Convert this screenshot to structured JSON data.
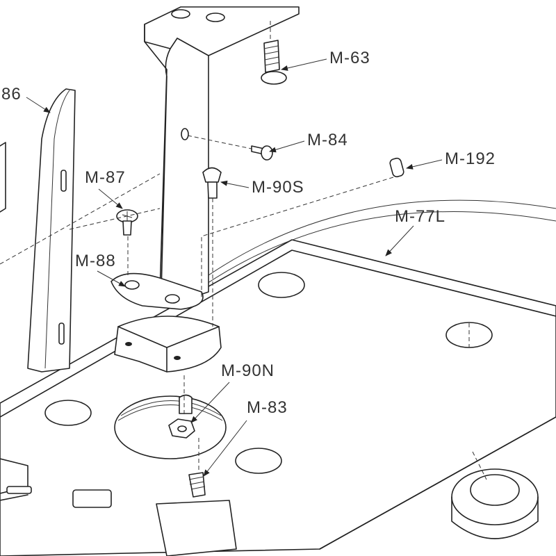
{
  "diagram": {
    "labels": {
      "m86": "86",
      "m63": "M-63",
      "m84": "M-84",
      "m192": "M-192",
      "m87": "M-87",
      "m90s": "M-90S",
      "m77l": "M-77L",
      "m88": "M-88",
      "m90n": "M-90N",
      "m83": "M-83"
    }
  }
}
